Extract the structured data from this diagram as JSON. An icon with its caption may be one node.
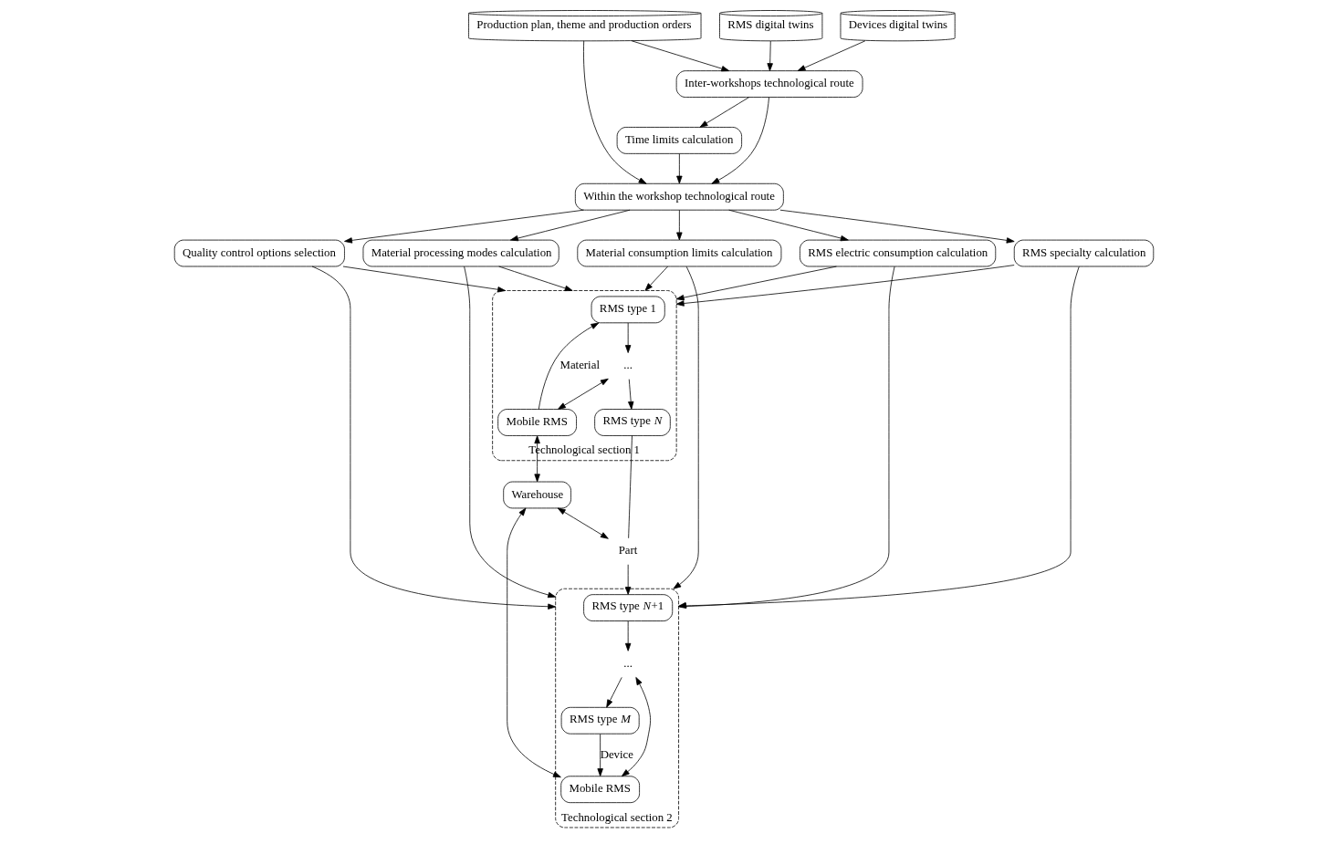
{
  "diagram": {
    "nodes": [
      {
        "text": [
          "Production plan, theme and production orders"
        ]
      },
      {
        "text": [
          "Inter-workshops technological route"
        ]
      },
      {
        "text": [
          "RMS digital twins"
        ]
      },
      {
        "text": [
          "Within the workshop technological route"
        ]
      },
      {
        "text": [
          "Time limits calculation"
        ]
      },
      {
        "text": [
          "Devices digital twins"
        ]
      },
      {
        "text": [
          "RMS specialty calculation"
        ]
      },
      {
        "text": [
          "RMS electric consumption calculation"
        ]
      },
      {
        "text": [
          "Material processing modes calculation"
        ]
      },
      {
        "text": [
          "Material consumption limits calculation"
        ]
      },
      {
        "text": [
          "Quality control options selection"
        ]
      },
      {
        "text": [
          "Technological section 1"
        ]
      },
      {
        "text": [
          "RMS type 1"
        ],
        "in": 11
      },
      {
        "text": [
          "..."
        ],
        "in": 11
      },
      {
        "text": [
          "RMS type *N*"
        ],
        "in": 11
      },
      {
        "text": [
          "Mobile RMS"
        ],
        "in": 11
      },
      {
        "text": [
          "Part"
        ]
      },
      {
        "text": [
          "Warehouse"
        ]
      },
      {
        "text": [
          "Technological section 2"
        ]
      },
      {
        "text": [
          "RMS type *N*+1"
        ],
        "in": 18
      },
      {
        "text": [
          "..."
        ],
        "in": 18
      },
      {
        "text": [
          "RMS type *M*"
        ],
        "in": 18
      },
      {
        "text": [
          "Mobile RMS"
        ],
        "in": 18
      }
    ],
    "edges": [
      {
        "from": 0,
        "to": 1,
        "arrow": "to"
      },
      {
        "from": 0,
        "to": 3,
        "arrow": "to"
      },
      {
        "from": 2,
        "to": 1,
        "arrow": "to"
      },
      {
        "from": 5,
        "to": 1,
        "arrow": "to"
      },
      {
        "from": 1,
        "to": 3,
        "arrow": "to"
      },
      {
        "from": 1,
        "to": 4,
        "arrow": "to"
      },
      {
        "from": 4,
        "to": 3,
        "arrow": "to"
      },
      {
        "from": 3,
        "to": 6,
        "arrow": "to"
      },
      {
        "from": 3,
        "to": 7,
        "arrow": "to"
      },
      {
        "from": 3,
        "to": 8,
        "arrow": "to"
      },
      {
        "from": 3,
        "to": 9,
        "arrow": "to"
      },
      {
        "from": 3,
        "to": 10,
        "arrow": "to"
      },
      {
        "from": 6,
        "to": 11,
        "arrow": "to"
      },
      {
        "from": 7,
        "to": 11,
        "arrow": "to"
      },
      {
        "from": 8,
        "to": 11,
        "arrow": "to"
      },
      {
        "from": 9,
        "to": 11,
        "arrow": "to"
      },
      {
        "from": 10,
        "to": 11,
        "arrow": "to"
      },
      {
        "from": 6,
        "to": 18,
        "arrow": "to"
      },
      {
        "from": 7,
        "to": 18,
        "arrow": "to"
      },
      {
        "from": 8,
        "to": 18,
        "arrow": "to"
      },
      {
        "from": 9,
        "to": 18,
        "arrow": "to"
      },
      {
        "from": 10,
        "to": 18,
        "arrow": "to"
      },
      {
        "from": 12,
        "to": 13,
        "arrow": "to"
      },
      {
        "from": 13,
        "to": 14,
        "arrow": "to"
      },
      {
        "from": 14,
        "to": 16,
        "arrow": "none"
      },
      {
        "from": 16,
        "to": 19,
        "arrow": "to"
      },
      {
        "from": 19,
        "to": 20,
        "arrow": "to"
      },
      {
        "from": 20,
        "to": 21,
        "arrow": "to"
      },
      {
        "from": 13,
        "to": 15,
        "arrow": "both"
      },
      {
        "from": 20,
        "to": 22,
        "arrow": "both"
      },
      {
        "from": 15,
        "to": 12,
        "arrow": "to",
        "label": "Material"
      },
      {
        "from": 21,
        "to": 22,
        "arrow": "to",
        "label": "Device"
      },
      {
        "from": 15,
        "to": 17,
        "arrow": "both"
      },
      {
        "from": 17,
        "to": 22,
        "arrow": "both"
      },
      {
        "from": 17,
        "to": 16,
        "arrow": "both"
      }
    ]
  }
}
